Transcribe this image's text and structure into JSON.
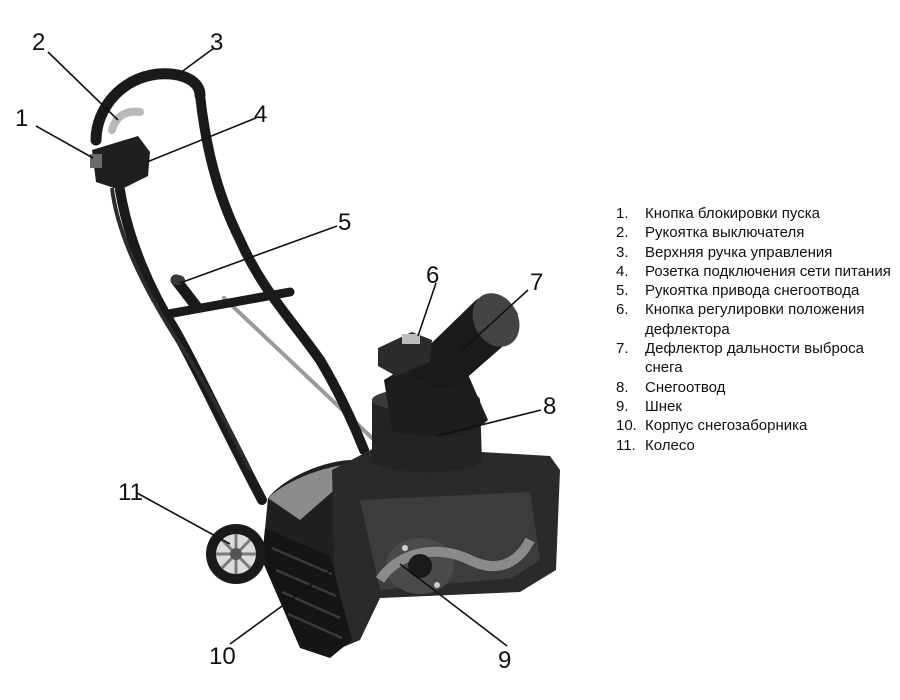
{
  "callouts": [
    "1",
    "2",
    "3",
    "4",
    "5",
    "6",
    "7",
    "8",
    "9",
    "10",
    "11"
  ],
  "legend": [
    {
      "num": "1.",
      "text": "Кнопка блокировки пуска"
    },
    {
      "num": "2.",
      "text": "Рукоятка выключателя"
    },
    {
      "num": "3.",
      "text": "Верхняя ручка управления"
    },
    {
      "num": "4.",
      "text": "Розетка подключения сети питания"
    },
    {
      "num": "5.",
      "text": "Рукоятка привода снегоотвода"
    },
    {
      "num": "6.",
      "text": "Кнопка регулировки положения дефлектора"
    },
    {
      "num": "7.",
      "text": "Дефлектор дальности выброса снега"
    },
    {
      "num": "8.",
      "text": "Снегоотвод"
    },
    {
      "num": "9.",
      "text": "Шнек"
    },
    {
      "num": "10.",
      "text": "Корпус снегозаборника"
    },
    {
      "num": "11.",
      "text": "Колесо"
    }
  ]
}
